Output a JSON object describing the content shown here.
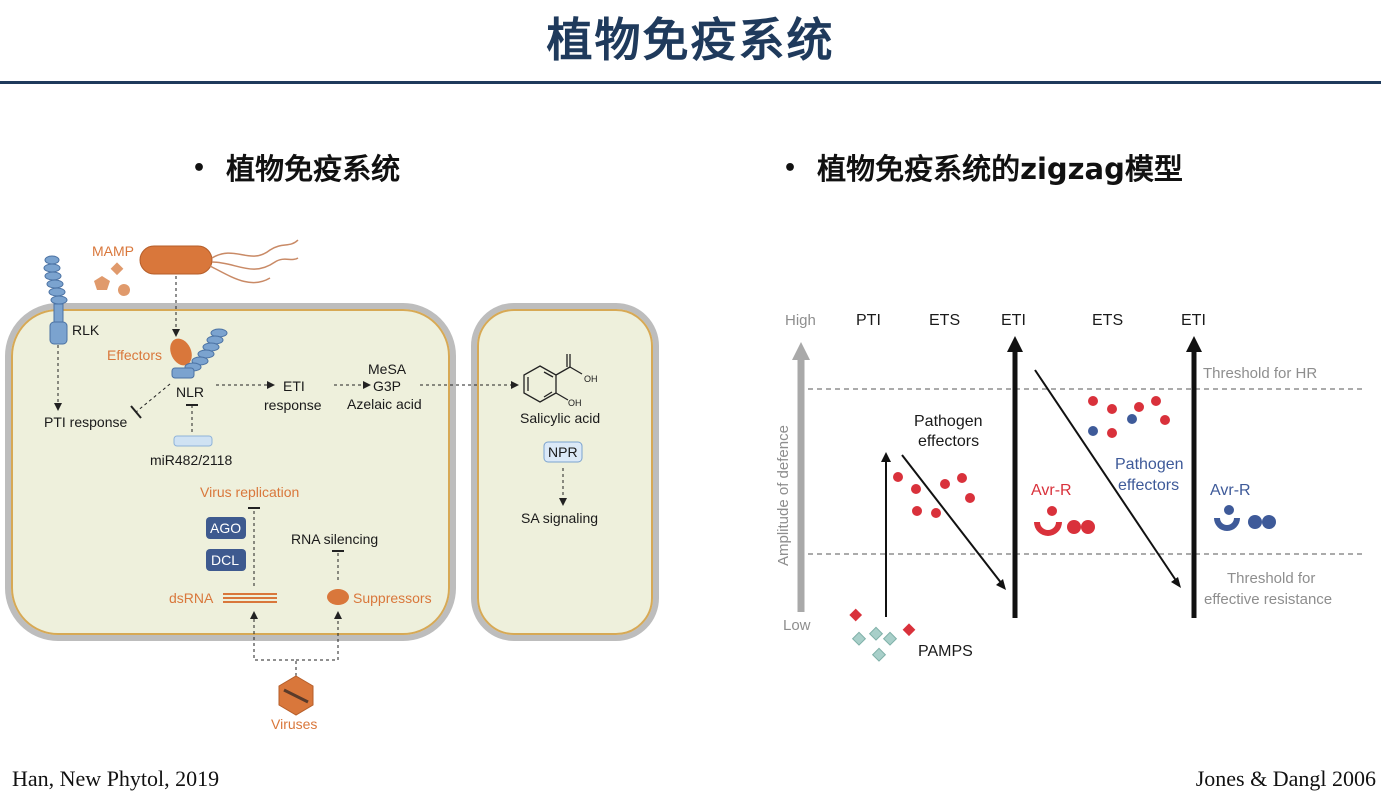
{
  "slide": {
    "title": "植物免疫系统",
    "bullet_left": "植物免疫系统",
    "bullet_right": "植物免疫系统的zigzag模型",
    "bullet_glyph": "•",
    "citation_left": "Han, New Phytol, 2019",
    "citation_right": "Jones & Dangl 2006"
  },
  "cell_diagram": {
    "mamp": "MAMP",
    "rlk": "RLK",
    "effectors": "Effectors",
    "nlr": "NLR",
    "pti_response": "PTI response",
    "eti_response_1": "ETI",
    "eti_response_2": "response",
    "mirna": "miR482/2118",
    "mesa": "MeSA",
    "g3p": "G3P",
    "azelaic": "Azelaic acid",
    "oh1": "OH",
    "oh2": "OH",
    "salicylic": "Salicylic acid",
    "npr": "NPR",
    "sa_signaling": "SA signaling",
    "virus_replication": "Virus replication",
    "ago": "AGO",
    "dcl": "DCL",
    "rna_silencing": "RNA silencing",
    "dsrna": "dsRNA",
    "suppressors": "Suppressors",
    "viruses": "Viruses"
  },
  "zigzag": {
    "high": "High",
    "low": "Low",
    "y_axis": "Amplitude of defence",
    "phases": [
      "PTI",
      "ETS",
      "ETI",
      "ETS",
      "ETI"
    ],
    "threshold_hr": "Threshold for HR",
    "threshold_res_1": "Threshold for",
    "threshold_res_2": "effective resistance",
    "pathogen_effectors_1": "Pathogen",
    "pathogen_effectors_2": "effectors",
    "pathogen_effectors_b1": "Pathogen",
    "pathogen_effectors_b2": "effectors",
    "avr_r_red": "Avr-R",
    "avr_r_blue": "Avr-R",
    "pamps": "PAMPS",
    "colors": {
      "red": "#d9313b",
      "blue": "#3e5a99",
      "teal": "#a8cfc9",
      "axis": "#9a9a9a"
    }
  }
}
